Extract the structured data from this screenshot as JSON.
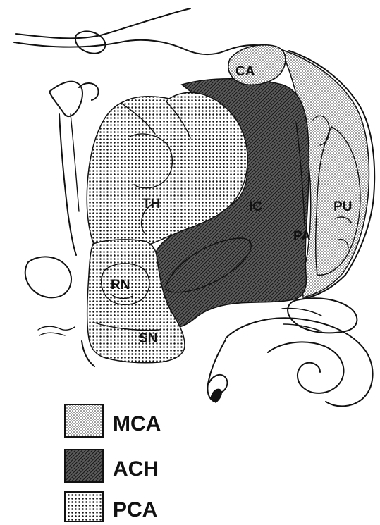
{
  "labels": {
    "ca": "CA",
    "th": "TH",
    "ic": "IC",
    "pu": "PU",
    "pa": "PA",
    "rn": "RN",
    "sn": "SN"
  },
  "legend": [
    {
      "key": "mca",
      "label": "MCA",
      "pattern": "fine-dot-stipple"
    },
    {
      "key": "ach",
      "label": "ACH",
      "pattern": "dense-diagonal-hatch"
    },
    {
      "key": "pca",
      "label": "PCA",
      "pattern": "coarse-dot-stipple"
    }
  ]
}
